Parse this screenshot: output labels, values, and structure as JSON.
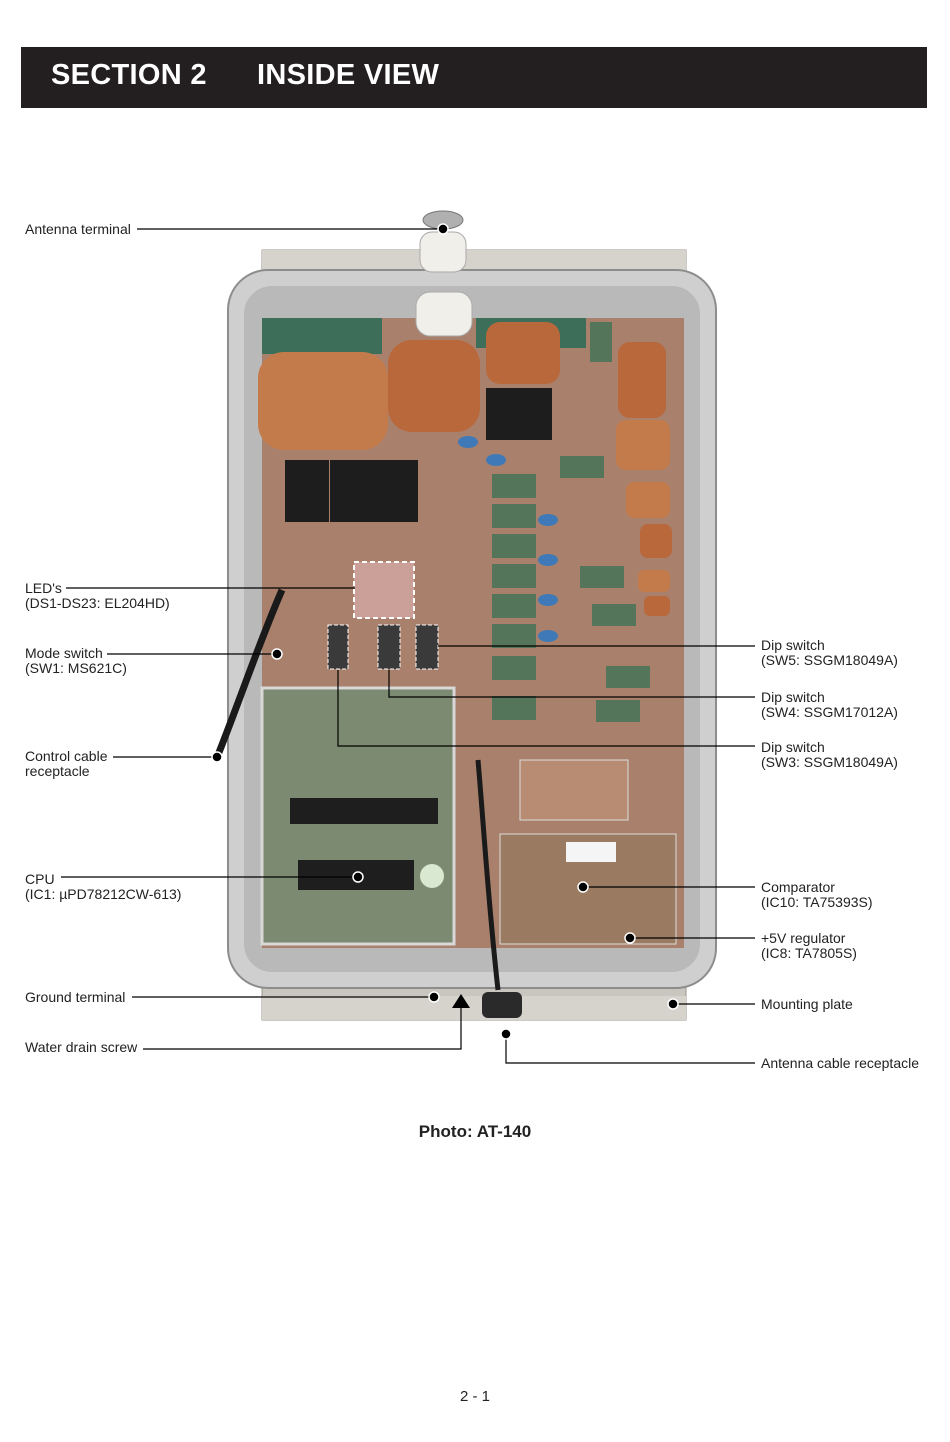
{
  "header": {
    "section_number": "SECTION 2",
    "section_title": "INSIDE VIEW"
  },
  "callouts_left": [
    {
      "id": "antenna-terminal",
      "line1": "Antenna terminal",
      "line2": ""
    },
    {
      "id": "leds",
      "line1": "LED's",
      "line2": "(DS1-DS23: EL204HD)"
    },
    {
      "id": "mode-switch",
      "line1": "Mode switch",
      "line2": "(SW1: MS621C)"
    },
    {
      "id": "control-cable-receptacle",
      "line1": "Control cable",
      "line2": "receptacle"
    },
    {
      "id": "cpu",
      "line1": "CPU",
      "line2": "(IC1: µPD78212CW-613)"
    },
    {
      "id": "ground-terminal",
      "line1": "Ground terminal",
      "line2": ""
    },
    {
      "id": "water-drain-screw",
      "line1": "Water drain screw",
      "line2": ""
    }
  ],
  "callouts_right": [
    {
      "id": "dip-switch-sw5",
      "line1": "Dip switch",
      "line2": "(SW5: SSGM18049A)"
    },
    {
      "id": "dip-switch-sw4",
      "line1": "Dip switch",
      "line2": "(SW4: SSGM17012A)"
    },
    {
      "id": "dip-switch-sw3",
      "line1": "Dip switch",
      "line2": "(SW3: SSGM18049A)"
    },
    {
      "id": "comparator",
      "line1": "Comparator",
      "line2": "(IC10: TA75393S)"
    },
    {
      "id": "regulator",
      "line1": "+5V regulator",
      "line2": "(IC8: TA7805S)"
    },
    {
      "id": "mounting-plate",
      "line1": "Mounting plate",
      "line2": ""
    },
    {
      "id": "antenna-cable-receptacle",
      "line1": "Antenna cable receptacle",
      "line2": ""
    }
  ],
  "caption": "Photo: AT-140",
  "page_number": "2 - 1"
}
